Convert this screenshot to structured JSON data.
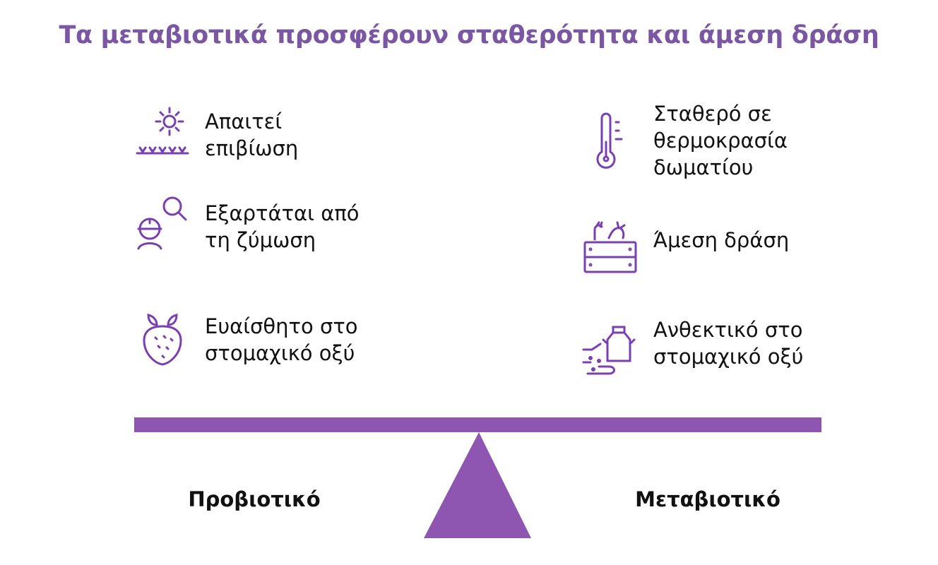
{
  "title": "Τα μεταβιοτικά προσφέρουν σταθερότητα και άμεση δράση",
  "left": {
    "label": "Προβιοτικό",
    "items": [
      {
        "icon": "sun-grass-icon",
        "text": "Απαιτεί\nεπιβίωση"
      },
      {
        "icon": "worker-search-icon",
        "text": "Εξαρτάται από\nτη ζύμωση"
      },
      {
        "icon": "strawberry-icon",
        "text": "Ευαίσθητο στο\nστομαχικό οξύ"
      }
    ]
  },
  "right": {
    "label": "Μεταβιοτικό",
    "items": [
      {
        "icon": "thermometer-icon",
        "text": "Σταθερό σε\nθερμοκρασία\nδωματίου"
      },
      {
        "icon": "vegetable-crate-icon",
        "text": "Άμεση δράση"
      },
      {
        "icon": "milk-can-hand-icon",
        "text": "Ανθεκτικό στο\nστομαχικό οξύ"
      }
    ]
  },
  "colors": {
    "accent": "#8e56b0",
    "title": "#7b57a3",
    "icon": "#7a3fb0"
  }
}
